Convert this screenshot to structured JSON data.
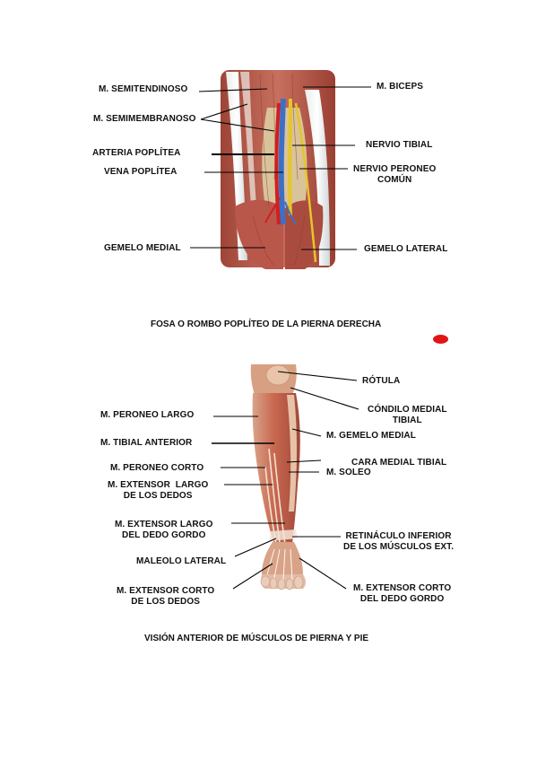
{
  "figure1": {
    "labels": {
      "semitendinoso": "M. SEMITENDINOSO",
      "semimembranoso": "M. SEMIMEMBRANOSO",
      "arteria_poplitea": "ARTERIA POPLÍTEA",
      "vena_poplitea": "VENA POPLÍTEA",
      "gemelo_medial": "GEMELO MEDIAL",
      "biceps": "M. BICEPS",
      "nervio_tibial": "NERVIO TIBIAL",
      "nervio_peroneo": "NERVIO PERONEO\nCOMÚN",
      "gemelo_lateral": "GEMELO LATERAL"
    },
    "caption": "FOSA O ROMBO POPLÍTEO DE LA PIERNA DERECHA"
  },
  "figure2": {
    "labels": {
      "rotula": "RÓTULA",
      "condilo_medial": "CÓNDILO MEDIAL\nTIBIAL",
      "gemelo_medial": "M. GEMELO MEDIAL",
      "cara_medial": "CARA MEDIAL TIBIAL",
      "soleo": "M. SOLEO",
      "retinaculo": "RETINÁCULO INFERIOR\nDE LOS MÚSCULOS EXT.",
      "extensor_corto_dedo_gordo": "M. EXTENSOR CORTO\nDEL DEDO GORDO",
      "peroneo_largo": "M. PERONEO LARGO",
      "tibial_anterior": "M. TIBIAL ANTERIOR",
      "peroneo_corto": "M. PERONEO CORTO",
      "extensor_largo_dedos": "M. EXTENSOR  LARGO\nDE LOS DEDOS",
      "extensor_largo_dedo_gordo": "M. EXTENSOR LARGO\nDEL DEDO GORDO",
      "maleolo_lateral": "MALEOLO LATERAL",
      "extensor_corto_dedos": "M. EXTENSOR CORTO\nDE LOS DEDOS"
    },
    "caption": "VISIÓN ANTERIOR DE MÚSCULOS DE PIERNA Y PIE"
  },
  "colors": {
    "marker": "#e01515",
    "muscle": "#b9574a",
    "artery": "#d11f1f",
    "vein": "#3d6fc4",
    "nerve": "#e6c52a"
  }
}
